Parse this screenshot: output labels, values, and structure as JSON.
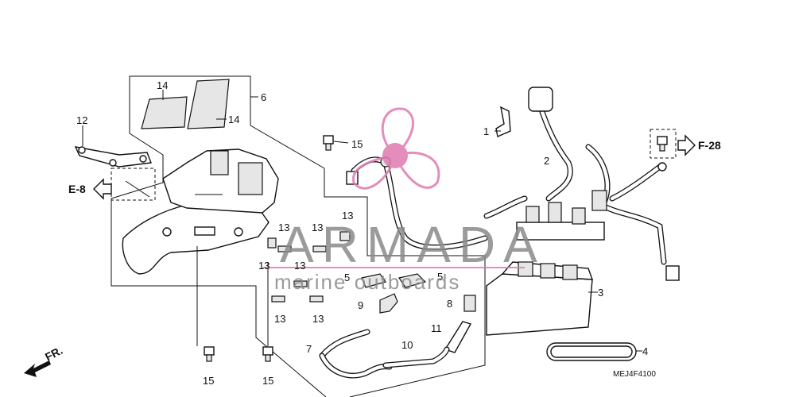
{
  "diagram": {
    "callouts": {
      "c1": "1",
      "c2": "2",
      "c3": "3",
      "c4": "4",
      "c5a": "5",
      "c5b": "5",
      "c6": "6",
      "c7": "7",
      "c8": "8",
      "c9": "9",
      "c10": "10",
      "c11": "11",
      "c12": "12",
      "c13a": "13",
      "c13b": "13",
      "c13c": "13",
      "c13d": "13",
      "c13e": "13",
      "c13f": "13",
      "c13g": "13",
      "c14a": "14",
      "c14b": "14",
      "c15a": "15",
      "c15b": "15",
      "c15c": "15"
    },
    "refs": {
      "e8": "E-8",
      "f28": "F-28",
      "front": "FR."
    },
    "figure_code": "MEJ4F4100",
    "watermark": {
      "brand": "ARMADA",
      "tagline": "marine outboards",
      "accent_color": "#e07ab0"
    }
  }
}
